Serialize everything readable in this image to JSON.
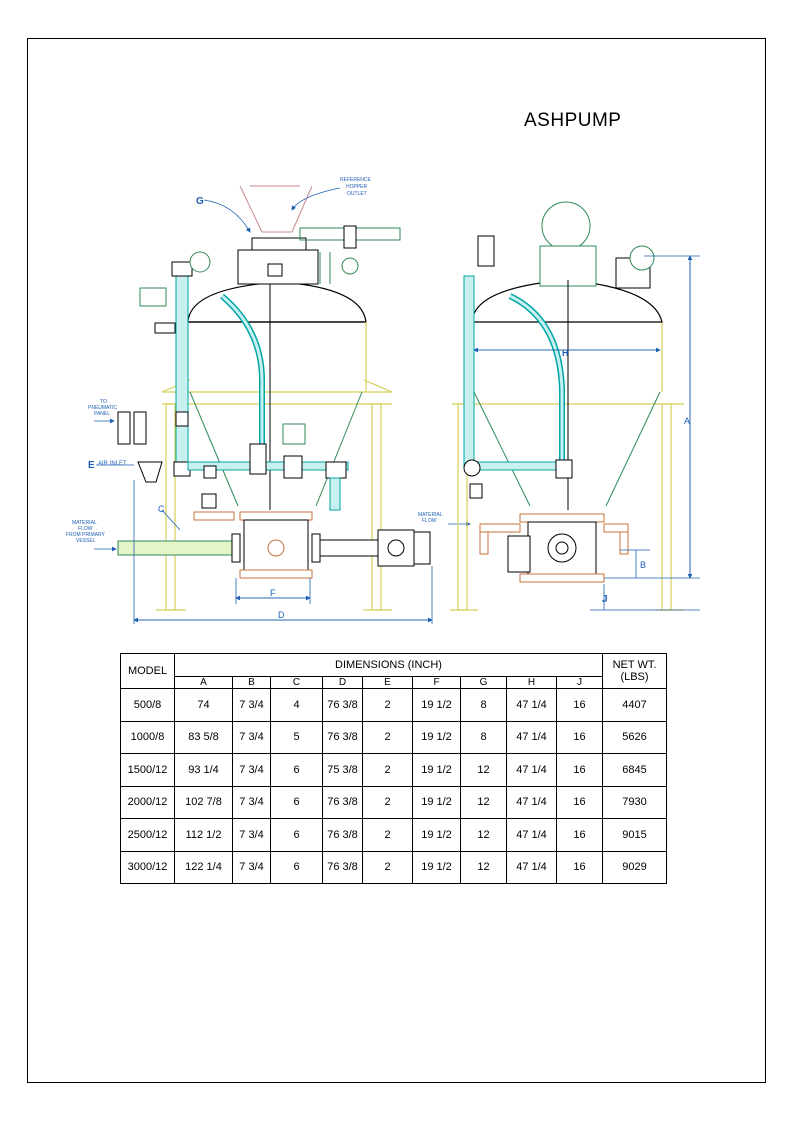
{
  "title": "ASHPUMP",
  "drawing_labels": {
    "reference_hopper": [
      "REFERENCE",
      "HOPPER",
      "OUTLET"
    ],
    "to_pneumatic_panel": [
      "TO",
      "PNEUMATIC",
      "PANEL"
    ],
    "air_inlet": "AIR INLET",
    "material_flow_in": [
      "MATERIAL",
      "FLOW",
      "FROM PRIMARY",
      "VESSEL"
    ],
    "material_flow_out": [
      "MATERIAL",
      "FLOW"
    ],
    "dim_g": "G",
    "dim_e": "E",
    "dim_c": "C",
    "dim_f": "F",
    "dim_d": "D",
    "dim_h": "H",
    "dim_a": "A",
    "dim_b": "B",
    "dim_j": "J"
  },
  "colors": {
    "outline": "#000000",
    "pipe": "#00a6a6",
    "pipe_fill": "#c8f0f0",
    "flange": "#c9723a",
    "frame": "#d6cf5a",
    "valve": "#2e8b57",
    "dimension": "#1e5fb4",
    "hopper": "#c98a8a"
  },
  "table": {
    "model_header": "MODEL",
    "dimensions_header": "DIMENSIONS (INCH)",
    "weight_header": "NET WT.",
    "weight_unit": "(LBS)",
    "columns": [
      "A",
      "B",
      "C",
      "D",
      "E",
      "F",
      "G",
      "H",
      "J"
    ],
    "rows": [
      {
        "model": "500/8",
        "values": [
          "74",
          "7 3/4",
          "4",
          "76 3/8",
          "2",
          "19 1/2",
          "8",
          "47 1/4",
          "16"
        ],
        "weight": "4407"
      },
      {
        "model": "1000/8",
        "values": [
          "83 5/8",
          "7 3/4",
          "5",
          "76 3/8",
          "2",
          "19 1/2",
          "8",
          "47 1/4",
          "16"
        ],
        "weight": "5626"
      },
      {
        "model": "1500/12",
        "values": [
          "93 1/4",
          "7 3/4",
          "6",
          "75 3/8",
          "2",
          "19 1/2",
          "12",
          "47 1/4",
          "16"
        ],
        "weight": "6845"
      },
      {
        "model": "2000/12",
        "values": [
          "102 7/8",
          "7 3/4",
          "6",
          "76 3/8",
          "2",
          "19 1/2",
          "12",
          "47 1/4",
          "16"
        ],
        "weight": "7930"
      },
      {
        "model": "2500/12",
        "values": [
          "112 1/2",
          "7 3/4",
          "6",
          "76 3/8",
          "2",
          "19 1/2",
          "12",
          "47 1/4",
          "16"
        ],
        "weight": "9015"
      },
      {
        "model": "3000/12",
        "values": [
          "122 1/4",
          "7 3/4",
          "6",
          "76 3/8",
          "2",
          "19 1/2",
          "12",
          "47 1/4",
          "16"
        ],
        "weight": "9029"
      }
    ]
  }
}
